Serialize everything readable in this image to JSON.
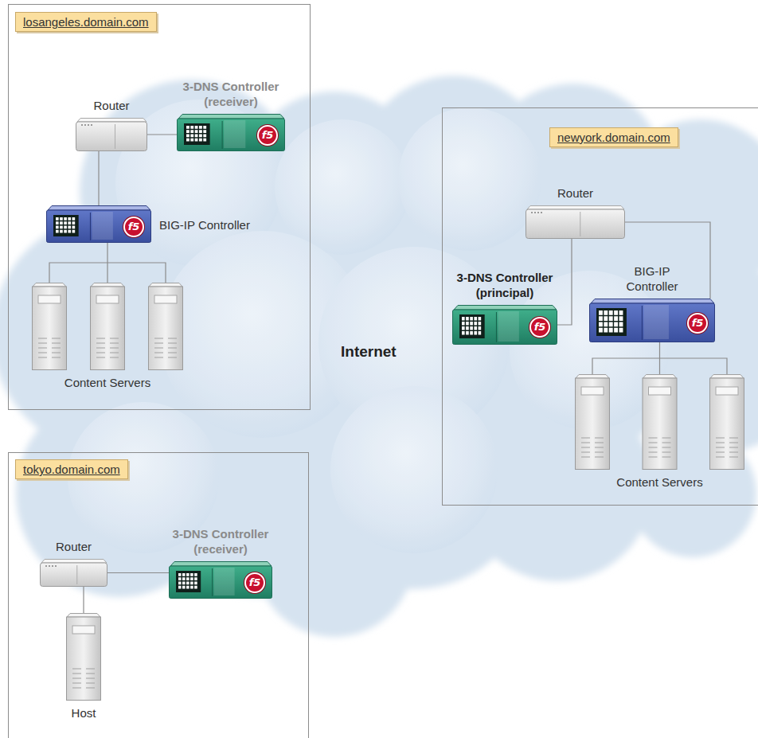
{
  "diagram": {
    "nodes": [
      {
        "text": [
          "losangeles.domain.com"
        ]
      },
      {
        "text": [
          "Router"
        ],
        "in": 0
      },
      {
        "text": [
          "3-DNS Controller (receiver)"
        ],
        "in": 0
      },
      {
        "text": [
          "BIG-IP Controller"
        ],
        "in": 0
      },
      {
        "text": [
          "Content Servers"
        ],
        "in": 0
      },
      {
        "text": [
          "newyork.domain.com"
        ]
      },
      {
        "text": [
          "Router"
        ],
        "in": 5
      },
      {
        "text": [
          "3-DNS Controller (principal)"
        ],
        "in": 5
      },
      {
        "text": [
          "BIG-IP Controller"
        ],
        "in": 5
      },
      {
        "text": [
          "Content Servers"
        ],
        "in": 5
      },
      {
        "text": [
          "tokyo.domain.com"
        ]
      },
      {
        "text": [
          "Router"
        ],
        "in": 10
      },
      {
        "text": [
          "3-DNS Controller (receiver)"
        ],
        "in": 10
      },
      {
        "text": [
          "Host"
        ],
        "in": 10
      }
    ],
    "edges": [
      {
        "from": 1,
        "to": 2,
        "arrow": "none"
      },
      {
        "from": 1,
        "to": 3,
        "arrow": "none"
      },
      {
        "from": 3,
        "to": 4,
        "arrow": "none"
      },
      {
        "from": 6,
        "to": 7,
        "arrow": "none"
      },
      {
        "from": 6,
        "to": 8,
        "arrow": "none"
      },
      {
        "from": 8,
        "to": 9,
        "arrow": "none"
      },
      {
        "from": 11,
        "to": 12,
        "arrow": "none"
      },
      {
        "from": 11,
        "to": 13,
        "arrow": "none"
      }
    ],
    "labels": [
      "Internet",
      "f5",
      "f5",
      "f5",
      "f5",
      "f5"
    ]
  }
}
